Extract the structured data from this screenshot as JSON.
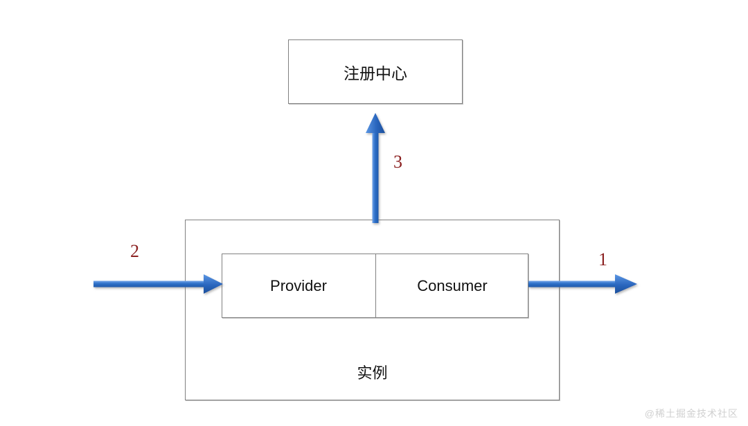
{
  "diagram": {
    "title_box": {
      "label": "注册中心"
    },
    "instance_box": {
      "label": "实例",
      "components": [
        {
          "label": "Provider"
        },
        {
          "label": "Consumer"
        }
      ]
    },
    "steps": [
      {
        "id": "1",
        "label": "1",
        "direction": "right",
        "description": "outbound-arrow"
      },
      {
        "id": "2",
        "label": "2",
        "direction": "right",
        "description": "inbound-arrow"
      },
      {
        "id": "3",
        "label": "3",
        "direction": "up",
        "description": "register-arrow"
      }
    ],
    "colors": {
      "arrow": "#2E6FC7",
      "arrow_light": "#4A8BDC",
      "step_number": "#8B2020",
      "box_border": "#808080",
      "background": "#FFFFFF",
      "watermark": "#D0D0D0"
    }
  },
  "watermark": {
    "text": "@稀土掘金技术社区"
  }
}
